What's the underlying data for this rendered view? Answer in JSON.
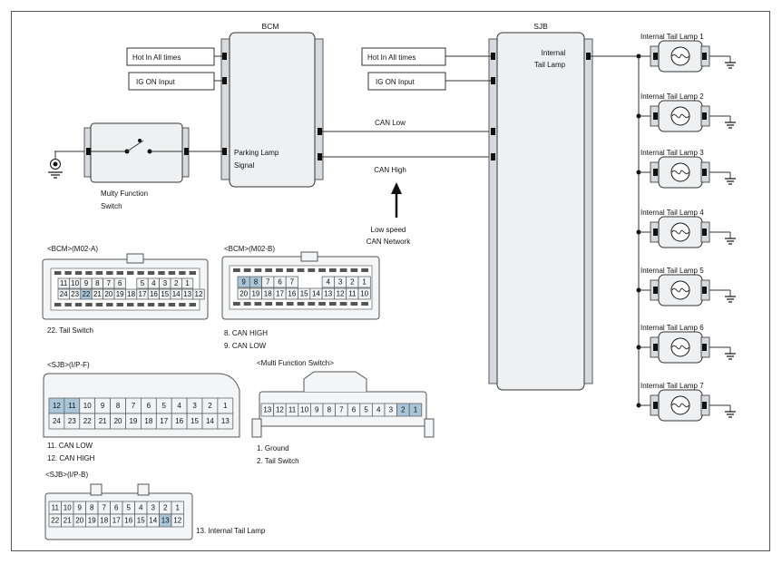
{
  "bcm": {
    "title": "BCM",
    "in_hot": "Hot In All times",
    "in_ig": "IG ON Input",
    "can_low": "CAN Low",
    "can_high": "CAN High",
    "parking_1": "Parking Lamp",
    "parking_2": "Signal",
    "network_1": "Low speed",
    "network_2": "CAN Network"
  },
  "sjb": {
    "title": "SJB",
    "in_hot": "Hot In All times",
    "in_ig": "IG ON Input",
    "internal_1": "Internal",
    "internal_2": "Tail Lamp"
  },
  "switch": {
    "name_1": "Multy Function",
    "name_2": "Switch"
  },
  "lamps": [
    "Internal Tail Lamp 1",
    "Internal Tail Lamp 2",
    "Internal Tail Lamp 3",
    "Internal Tail Lamp 4",
    "Internal Tail Lamp 5",
    "Internal Tail Lamp 6",
    "Internal Tail Lamp 7"
  ],
  "connectors": {
    "bcm_a": {
      "title": "<BCM>(M02-A)",
      "row1": [
        "11",
        "10",
        "9",
        "8",
        "7",
        "6",
        "",
        "5",
        "4",
        "3",
        "2",
        "1"
      ],
      "row2": [
        "24",
        "23",
        "22",
        "21",
        "20",
        "19",
        "18",
        "17",
        "16",
        "15",
        "14",
        "13",
        "12"
      ],
      "note1": "22. Tail Switch"
    },
    "bcm_b": {
      "title": "<BCM>(M02-B)",
      "row1": [
        "9",
        "8",
        "7",
        "6",
        "7",
        "",
        "",
        "4",
        "3",
        "2",
        "1"
      ],
      "row2": [
        "20",
        "19",
        "18",
        "17",
        "16",
        "15",
        "14",
        "13",
        "12",
        "11",
        "10"
      ],
      "note1": "8. CAN HIGH",
      "note2": "9. CAN LOW"
    },
    "sjb_ipf": {
      "title": "<SJB>(I/P-F)",
      "row1": [
        "12",
        "11",
        "10",
        "9",
        "8",
        "7",
        "6",
        "5",
        "4",
        "3",
        "2",
        "1"
      ],
      "row2": [
        "24",
        "23",
        "22",
        "21",
        "20",
        "19",
        "18",
        "17",
        "16",
        "15",
        "14",
        "13"
      ],
      "note1": "11. CAN LOW",
      "note2": "12. CAN HIGH"
    },
    "mfs": {
      "title": "<Multi Function Switch>",
      "row1": [
        "13",
        "12",
        "11",
        "10",
        "9",
        "8",
        "7",
        "6",
        "5",
        "4",
        "3",
        "2",
        "1"
      ],
      "note1": "1. Ground",
      "note2": "2. Tail Switch"
    },
    "sjb_ipb": {
      "title": "<SJB>(I/P-B)",
      "row1": [
        "11",
        "10",
        "9",
        "8",
        "7",
        "6",
        "5",
        "4",
        "3",
        "2",
        "1"
      ],
      "row2": [
        "22",
        "21",
        "20",
        "19",
        "18",
        "17",
        "16",
        "15",
        "14",
        "13",
        "12"
      ],
      "note1": "13. Internal Tail Lamp"
    }
  },
  "colors": {
    "highlight": "#a9c6d8",
    "module": "#eef0f2"
  }
}
